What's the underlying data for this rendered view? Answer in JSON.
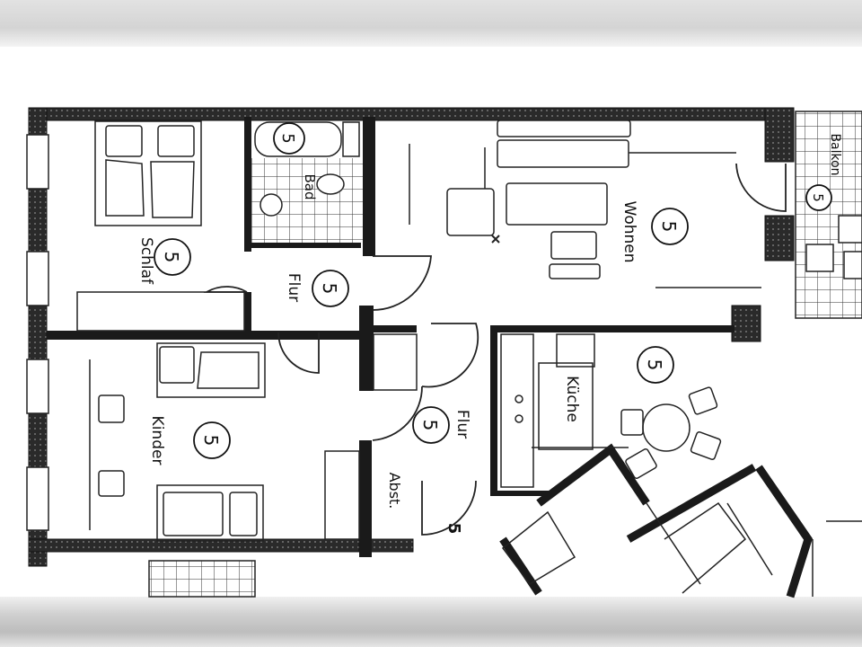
{
  "floorplan": {
    "rooms": [
      {
        "id": "schlaf",
        "label": "Schlaf",
        "symbol": "5"
      },
      {
        "id": "bad",
        "label": "Bad",
        "symbol": "5"
      },
      {
        "id": "flur1",
        "label": "Flur",
        "symbol": "5"
      },
      {
        "id": "wohnen",
        "label": "Wohnen",
        "symbol": "5"
      },
      {
        "id": "balkon",
        "label": "Balkon",
        "symbol": "5"
      },
      {
        "id": "kinder",
        "label": "Kinder",
        "symbol": "5"
      },
      {
        "id": "kueche",
        "label": "Küche",
        "symbol": "5"
      },
      {
        "id": "flur2",
        "label": "Flur",
        "symbol": "5"
      },
      {
        "id": "abst",
        "label": "Abst.",
        "symbol": "5"
      }
    ],
    "wall_color": "#1a1a1a",
    "line_color": "#222222"
  }
}
